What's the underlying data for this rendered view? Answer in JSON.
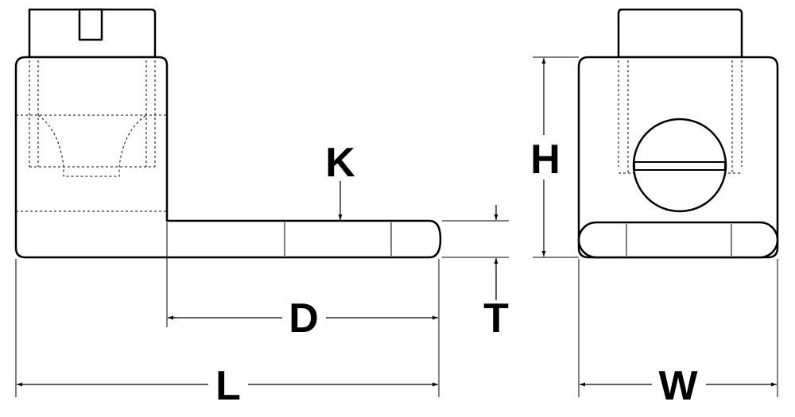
{
  "figure": {
    "views": [
      "side-view",
      "end-view"
    ],
    "dimensions": {
      "K": "K",
      "D": "D",
      "L": "L",
      "T": "T",
      "H": "H",
      "W": "W"
    }
  }
}
